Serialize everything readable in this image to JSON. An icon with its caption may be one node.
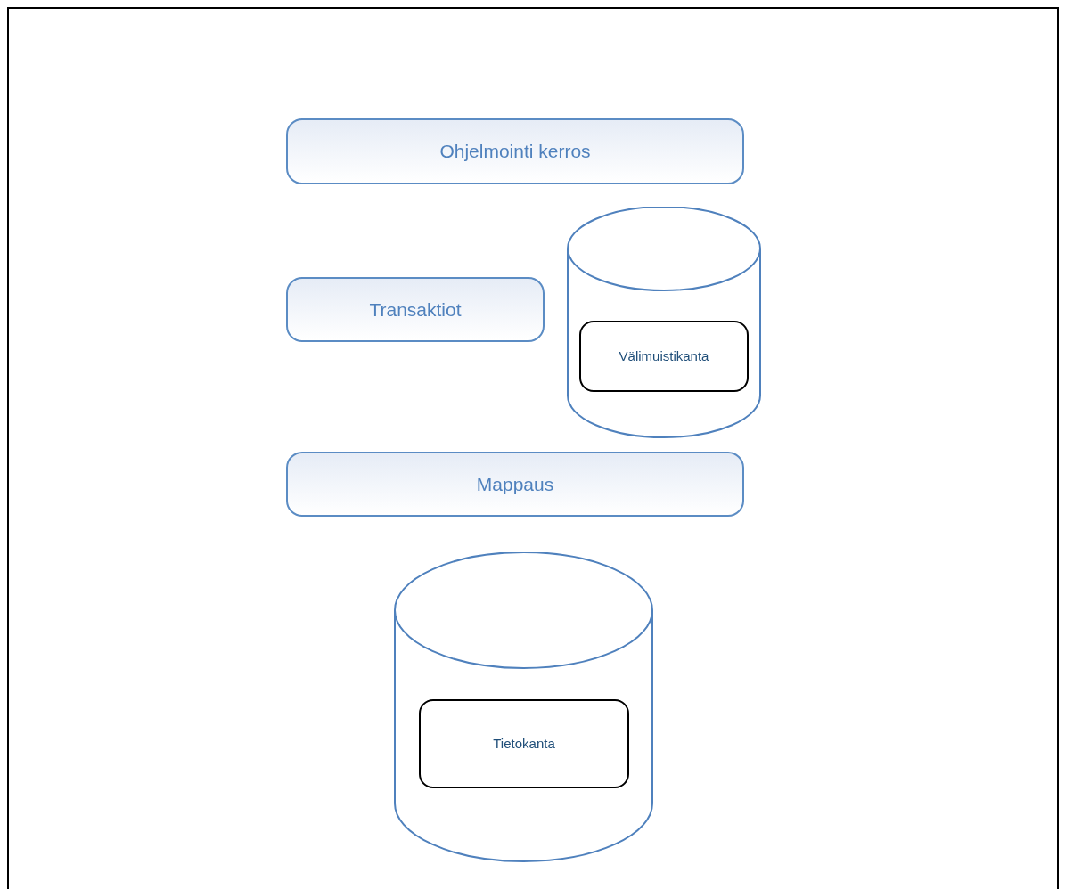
{
  "diagram": {
    "nodes": [
      {
        "text": [
          "Ohjelmointi kerros"
        ]
      },
      {
        "text": [
          "Transaktiot"
        ]
      },
      {
        "text": [],
        "shape": "cylinder"
      },
      {
        "text": [
          "Välimuistikanta"
        ],
        "in": 2
      },
      {
        "text": [
          "Mappaus"
        ]
      },
      {
        "text": [],
        "shape": "cylinder"
      },
      {
        "text": [
          "Tietokanta"
        ],
        "in": 5
      }
    ]
  }
}
